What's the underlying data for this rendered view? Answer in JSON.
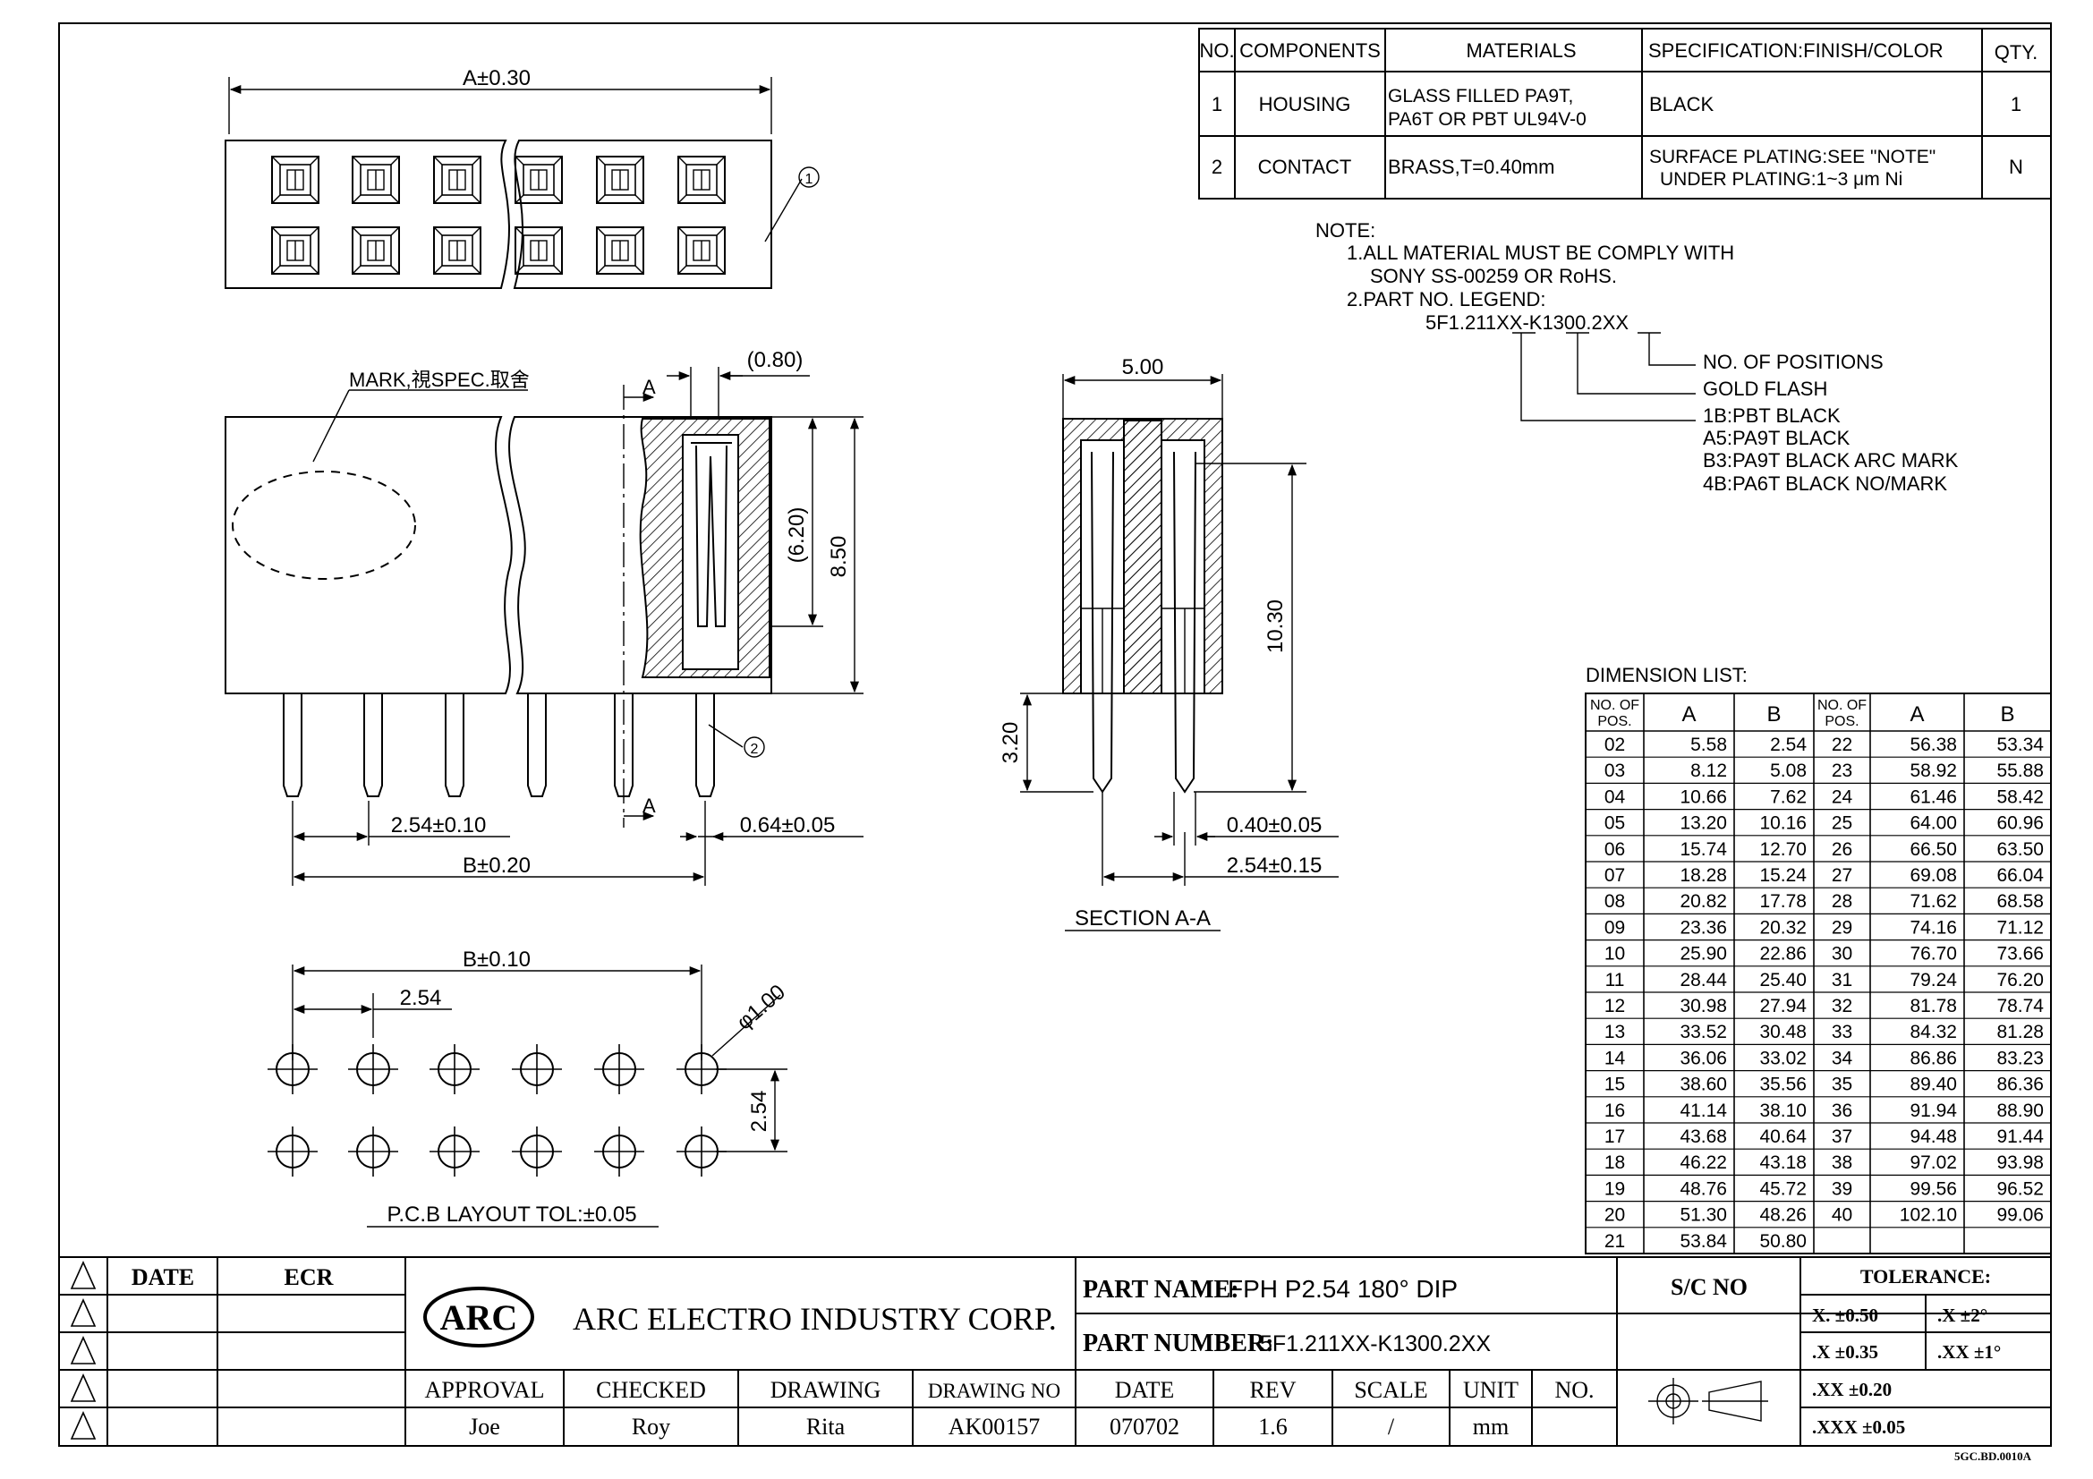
{
  "bom": {
    "headers": [
      "NO.",
      "COMPONENTS",
      "MATERIALS",
      "SPECIFICATION:FINISH/COLOR",
      "QTY."
    ],
    "rows": [
      {
        "no": "1",
        "component": "HOUSING",
        "material_1": "GLASS FILLED PA9T,",
        "material_2": "PA6T OR PBT UL94V-0",
        "spec_1": "BLACK",
        "spec_2": "",
        "qty": "1"
      },
      {
        "no": "2",
        "component": "CONTACT",
        "material_1": "BRASS,T=0.40mm",
        "material_2": "",
        "spec_1": "SURFACE PLATING:SEE \"NOTE\"",
        "spec_2": "UNDER PLATING:1~3 μm Ni",
        "qty": "N"
      }
    ]
  },
  "note": {
    "title": "NOTE:",
    "line1": "1.ALL MATERIAL MUST BE COMPLY WITH",
    "line2": "SONY SS-00259 OR RoHS.",
    "line3": "2.PART NO. LEGEND:",
    "part_no": "5F1.211XX-K1300.2XX",
    "legend_positions": "NO. OF POSITIONS",
    "legend_flash": "GOLD FLASH",
    "legend_1b": "1B:PBT BLACK",
    "legend_a5": "A5:PA9T BLACK",
    "legend_b3": "B3:PA9T BLACK ARC MARK",
    "legend_4b": "4B:PA6T BLACK NO/MARK"
  },
  "dimension_list": {
    "title": "DIMENSION LIST:",
    "pos_header_1": "NO. OF",
    "pos_header_2": "POS.",
    "col_a": "A",
    "col_b": "B",
    "left": [
      [
        "02",
        "5.58",
        "2.54"
      ],
      [
        "03",
        "8.12",
        "5.08"
      ],
      [
        "04",
        "10.66",
        "7.62"
      ],
      [
        "05",
        "13.20",
        "10.16"
      ],
      [
        "06",
        "15.74",
        "12.70"
      ],
      [
        "07",
        "18.28",
        "15.24"
      ],
      [
        "08",
        "20.82",
        "17.78"
      ],
      [
        "09",
        "23.36",
        "20.32"
      ],
      [
        "10",
        "25.90",
        "22.86"
      ],
      [
        "11",
        "28.44",
        "25.40"
      ],
      [
        "12",
        "30.98",
        "27.94"
      ],
      [
        "13",
        "33.52",
        "30.48"
      ],
      [
        "14",
        "36.06",
        "33.02"
      ],
      [
        "15",
        "38.60",
        "35.56"
      ],
      [
        "16",
        "41.14",
        "38.10"
      ],
      [
        "17",
        "43.68",
        "40.64"
      ],
      [
        "18",
        "46.22",
        "43.18"
      ],
      [
        "19",
        "48.76",
        "45.72"
      ],
      [
        "20",
        "51.30",
        "48.26"
      ],
      [
        "21",
        "53.84",
        "50.80"
      ]
    ],
    "right": [
      [
        "22",
        "56.38",
        "53.34"
      ],
      [
        "23",
        "58.92",
        "55.88"
      ],
      [
        "24",
        "61.46",
        "58.42"
      ],
      [
        "25",
        "64.00",
        "60.96"
      ],
      [
        "26",
        "66.50",
        "63.50"
      ],
      [
        "27",
        "69.08",
        "66.04"
      ],
      [
        "28",
        "71.62",
        "68.58"
      ],
      [
        "29",
        "74.16",
        "71.12"
      ],
      [
        "30",
        "76.70",
        "73.66"
      ],
      [
        "31",
        "79.24",
        "76.20"
      ],
      [
        "32",
        "81.78",
        "78.74"
      ],
      [
        "33",
        "84.32",
        "81.28"
      ],
      [
        "34",
        "86.86",
        "83.23"
      ],
      [
        "35",
        "89.40",
        "86.36"
      ],
      [
        "36",
        "91.94",
        "88.90"
      ],
      [
        "37",
        "94.48",
        "91.44"
      ],
      [
        "38",
        "97.02",
        "93.98"
      ],
      [
        "39",
        "99.56",
        "96.52"
      ],
      [
        "40",
        "102.10",
        "99.06"
      ]
    ]
  },
  "drawing": {
    "dim_a": "A±0.30",
    "balloon_1": "1",
    "balloon_2": "2",
    "dim_080": "(0.80)",
    "mark_label": "MARK,視SPEC.取舍",
    "section_a_top": "A",
    "section_a_bottom": "A",
    "dim_620": "(6.20)",
    "dim_850": "8.50",
    "dim_pitch": "2.54±0.10",
    "dim_pin": "0.64±0.05",
    "dim_b": "B±0.20",
    "dim_500": "5.00",
    "dim_1030": "10.30",
    "dim_320": "3.20",
    "dim_040": "0.40±0.05",
    "dim_254_15": "2.54±0.15",
    "section_label": "SECTION A-A",
    "pcb_b": "B±0.10",
    "pcb_pitch": "2.54",
    "pcb_hole": "φ1.00",
    "pcb_row": "2.54",
    "pcb_label": "P.C.B LAYOUT TOL:±0.05"
  },
  "title_block": {
    "date_header": "DATE",
    "ecr_header": "ECR",
    "logo": "ARC",
    "company": "ARC ELECTRO INDUSTRY CORP.",
    "part_name_label": "PART NAME:",
    "part_name": "FPH P2.54 180° DIP",
    "part_number_label": "PART NUMBER:",
    "part_number": "5F1.211XX-K1300.2XX",
    "sc_no": "S/C NO",
    "tolerance_title": "TOLERANCE:",
    "tol_1": "X. ±0.50",
    "tol_2": ".X ±0.35",
    "tol_3": ".XX ±0.20",
    "tol_4": ".XXX ±0.05",
    "tol_a1": ".X ±2°",
    "tol_a2": ".XX ±1°",
    "headers": [
      "APPROVAL",
      "CHECKED",
      "DRAWING",
      "DRAWING NO",
      "DATE",
      "REV",
      "SCALE",
      "UNIT",
      "NO."
    ],
    "values": [
      "Joe",
      "Roy",
      "Rita",
      "AK00157",
      "070702",
      "1.6",
      "/",
      "mm",
      ""
    ],
    "form_code": "5GC.BD.0010A"
  }
}
